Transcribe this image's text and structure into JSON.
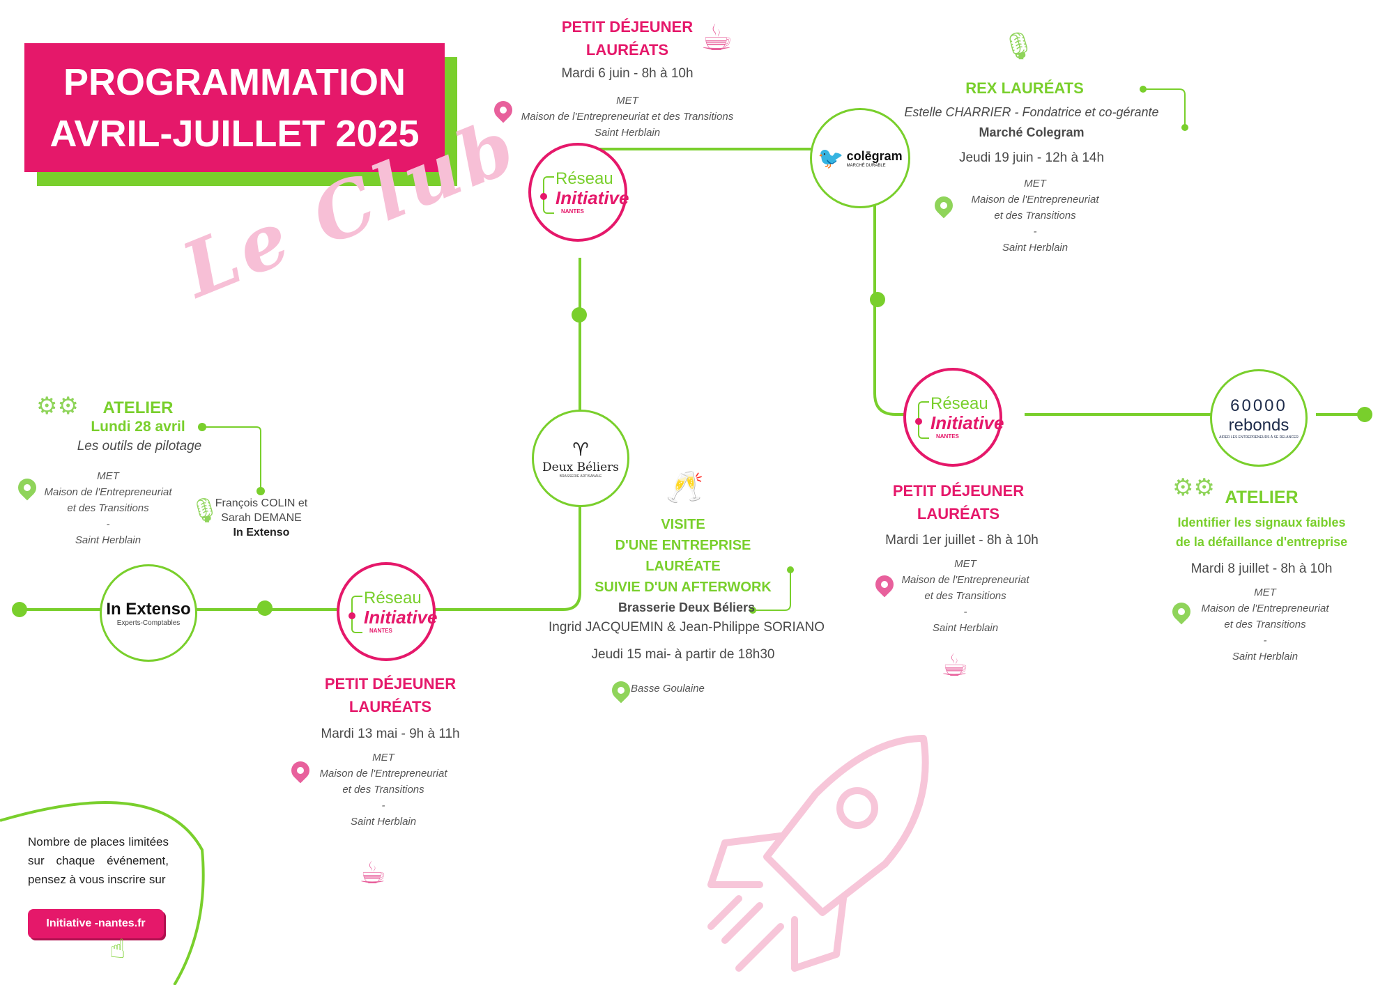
{
  "title": {
    "line1": "PROGRAMMATION",
    "line2": "AVRIL-JUILLET 2025"
  },
  "decor": {
    "le_club": "Le Club"
  },
  "logos": {
    "reseau": {
      "line1": "Réseau",
      "line2": "Initiative",
      "line3": "NANTES"
    },
    "in_extenso": {
      "name": "In Extenso",
      "sub": "Experts-Comptables"
    },
    "deux_beliers": {
      "name": "Deux Béliers",
      "sub": "BRASSERIE ARTISANALE"
    },
    "colegram": {
      "name": "colēgram",
      "sub": "MARCHÉ DURABLE"
    },
    "rebonds": {
      "top": "60000",
      "name": "rebonds",
      "sub": "AIDER LES ENTREPRENEURS À SE RELANCER"
    }
  },
  "events": {
    "atelier_avril": {
      "type": "ATELIER",
      "date": "Lundi 28 avril",
      "topic": "Les outils de pilotage",
      "loc1": "MET",
      "loc2": "Maison de l'Entrepreneuriat",
      "loc3": "et des Transitions",
      "sep": "-",
      "loc4": "Saint Herblain",
      "speaker1": "François COLIN et",
      "speaker2": "Sarah DEMANE",
      "speaker_org": "In Extenso"
    },
    "pdj_mai": {
      "title1": "PETIT DÉJEUNER",
      "title2": "LAURÉATS",
      "date": "Mardi 13 mai - 9h à 11h",
      "loc1": "MET",
      "loc2": "Maison de l'Entrepreneuriat",
      "loc3": "et des Transitions",
      "sep": "-",
      "loc4": "Saint Herblain"
    },
    "pdj_juin": {
      "title1": "PETIT DÉJEUNER",
      "title2": "LAURÉATS",
      "date": "Mardi 6 juin - 8h à 10h",
      "loc1": "MET",
      "loc2": "Maison de l'Entrepreneuriat et des Transitions",
      "loc3": "Saint Herblain"
    },
    "visite": {
      "title1": "VISITE",
      "title2": "D'UNE ENTREPRISE LAURÉATE",
      "title3": "SUIVIE D'UN AFTERWORK",
      "place": "Brasserie Deux Béliers",
      "people": "Ingrid JACQUEMIN & Jean-Philippe SORIANO",
      "date": "Jeudi 15 mai- à partir de 18h30",
      "loc": "Basse Goulaine"
    },
    "rex": {
      "title": "REX LAURÉATS",
      "speaker": "Estelle CHARRIER - Fondatrice et co-gérante",
      "company": "Marché Colegram",
      "date": "Jeudi 19 juin - 12h à 14h",
      "loc1": "MET",
      "loc2": "Maison de l'Entrepreneuriat",
      "loc3": "et des Transitions",
      "sep": "-",
      "loc4": "Saint Herblain"
    },
    "pdj_juillet": {
      "title1": "PETIT DÉJEUNER",
      "title2": "LAURÉATS",
      "date": "Mardi 1er juillet - 8h à 10h",
      "loc1": "MET",
      "loc2": "Maison de l'Entrepreneuriat",
      "loc3": "et des Transitions",
      "sep": "-",
      "loc4": "Saint Herblain"
    },
    "atelier_juillet": {
      "type": "ATELIER",
      "topic1": "Identifier les signaux faibles",
      "topic2": "de la défaillance d'entreprise",
      "date": "Mardi 8 juillet - 8h à 10h",
      "loc1": "MET",
      "loc2": "Maison de l'Entrepreneuriat",
      "loc3": "et des Transitions",
      "sep": "-",
      "loc4": "Saint Herblain"
    }
  },
  "footer": {
    "note": "Nombre de places limitées sur chaque événement, pensez à vous inscrire sur",
    "cta": "Initiative -nantes.fr"
  },
  "colors": {
    "pink": "#e5186a",
    "green": "#79cf2c",
    "pink_light": "#f7bfd6"
  },
  "icons": [
    "map-pin-icon",
    "coffee-cup-icon",
    "gears-icon",
    "microphone-icon",
    "champagne-glasses-icon",
    "hand-pointer-icon",
    "rocket-icon"
  ]
}
